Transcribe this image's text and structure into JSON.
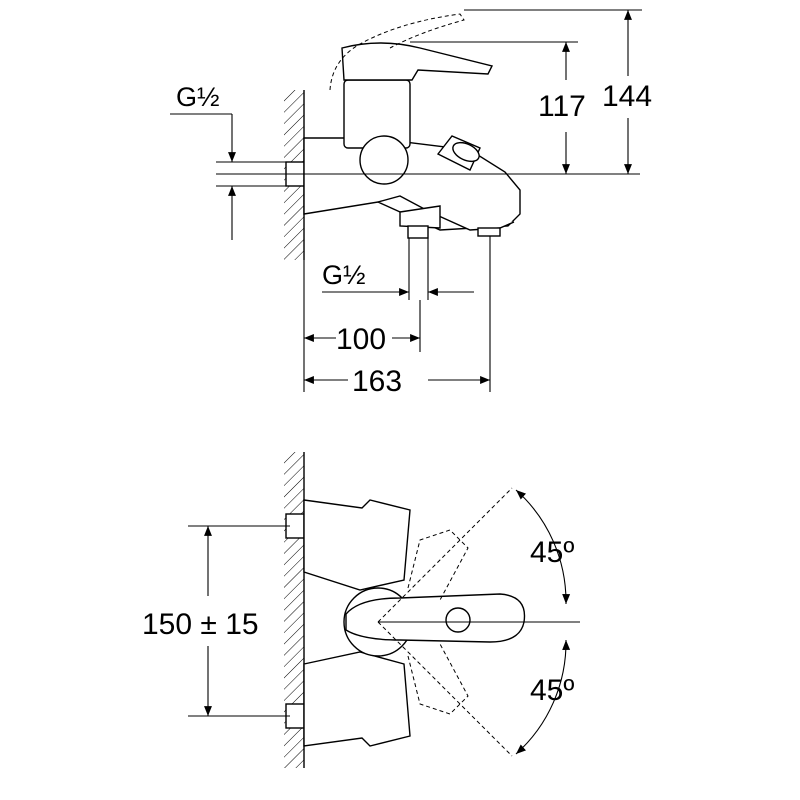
{
  "side_view": {
    "inlet_thread_label": "G½",
    "outlet_thread_label": "G½",
    "dim_outlet_distance": "100",
    "dim_spout_reach": "163",
    "dim_lever_height": "117",
    "dim_total_height": "144"
  },
  "top_view": {
    "dim_connection_spacing": "150 ± 15",
    "dim_lever_angle_top": "45º",
    "dim_lever_angle_bottom": "45º"
  }
}
